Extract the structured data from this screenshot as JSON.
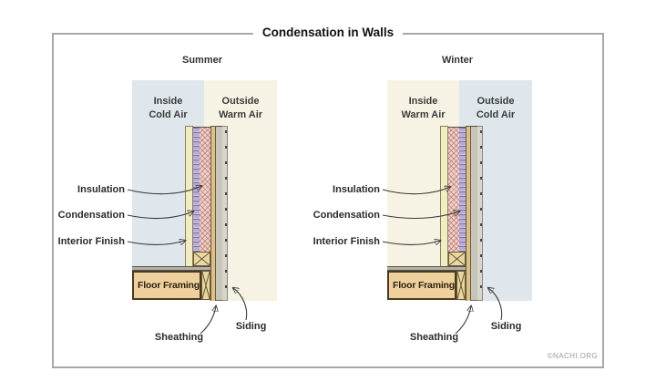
{
  "title": "Condensation in Walls",
  "credit": "©NACHI.ORG",
  "colors": {
    "cold_air": "#dfe7ec",
    "warm_air": "#f7f3e4",
    "interior_finish": "#f2ecc2",
    "condensation": "#b7acd5",
    "insulation": "#eed2ca",
    "wood": "#d9c08d",
    "sheathing": "#c7c4ba",
    "siding": "#d8d5cb",
    "subfloor": "#b4b1a7",
    "floor_framing": "#edd09c",
    "outline_dark": "#4a3b20",
    "arrow": "#3a3a3a",
    "border_frame": "#a8a8a8",
    "text_dark": "#2b2b2b",
    "credit": "#9b9b9b"
  },
  "panels": [
    {
      "season": "Summer",
      "inside_line1": "Inside",
      "inside_line2": "Cold Air",
      "outside_line1": "Outside",
      "outside_line2": "Warm Air",
      "condensation_side": "inside"
    },
    {
      "season": "Winter",
      "inside_line1": "Inside",
      "inside_line2": "Warm Air",
      "outside_line1": "Outside",
      "outside_line2": "Cold Air",
      "condensation_side": "outside"
    }
  ],
  "labels": {
    "insulation": "Insulation",
    "condensation": "Condensation",
    "interior_finish": "Interior Finish",
    "floor_framing": "Floor Framing",
    "sheathing": "Sheathing",
    "siding": "Siding"
  }
}
